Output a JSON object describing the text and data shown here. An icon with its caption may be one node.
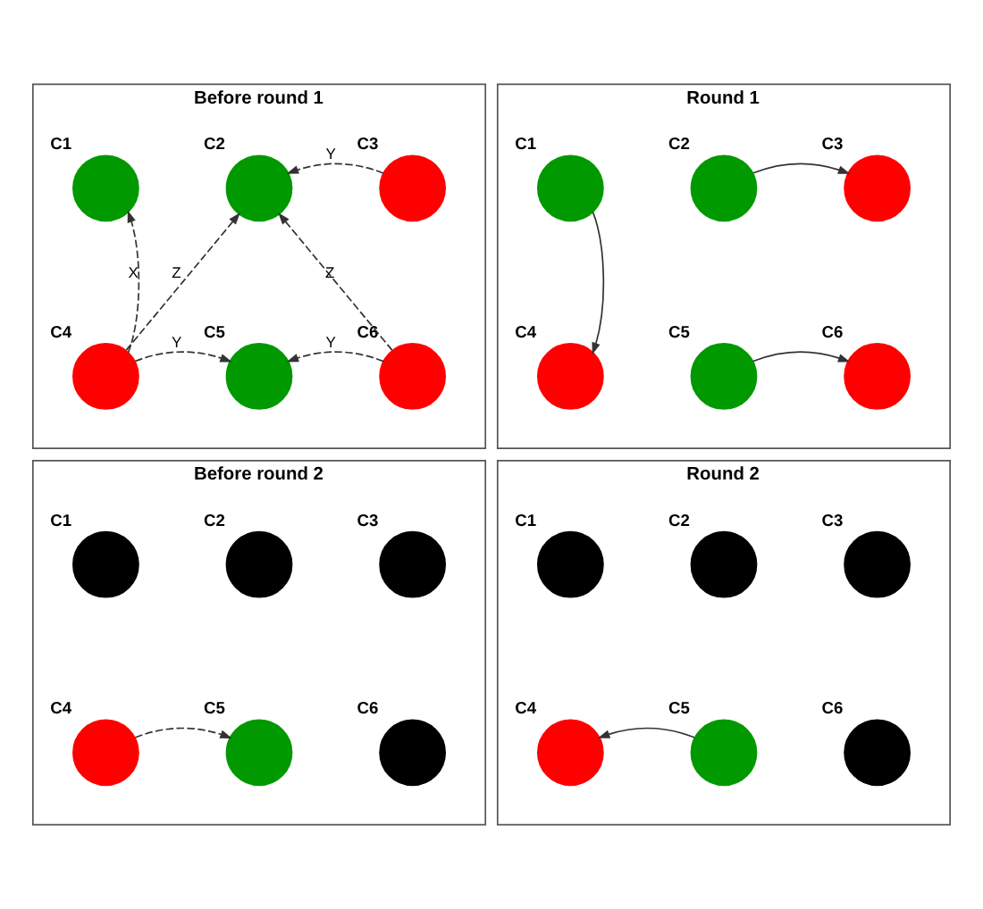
{
  "diagram": {
    "nodes": [
      {
        "text": [
          "Before round 1"
        ]
      },
      {
        "text": [
          "C1"
        ],
        "in": 0
      },
      {
        "text": [
          "C2"
        ],
        "in": 0
      },
      {
        "text": [
          "C3"
        ],
        "in": 0
      },
      {
        "text": [
          "C4"
        ],
        "in": 0
      },
      {
        "text": [
          "C5"
        ],
        "in": 0
      },
      {
        "text": [
          "C6"
        ],
        "in": 0
      },
      {
        "text": [
          "Round 1"
        ]
      },
      {
        "text": [
          "C1"
        ],
        "in": 7
      },
      {
        "text": [
          "C2"
        ],
        "in": 7
      },
      {
        "text": [
          "C3"
        ],
        "in": 7
      },
      {
        "text": [
          "C4"
        ],
        "in": 7
      },
      {
        "text": [
          "C5"
        ],
        "in": 7
      },
      {
        "text": [
          "C6"
        ],
        "in": 7
      },
      {
        "text": [
          "Before round 2"
        ]
      },
      {
        "text": [
          "C1"
        ],
        "in": 14
      },
      {
        "text": [
          "C2"
        ],
        "in": 14
      },
      {
        "text": [
          "C3"
        ],
        "in": 14
      },
      {
        "text": [
          "C4"
        ],
        "in": 14
      },
      {
        "text": [
          "C5"
        ],
        "in": 14
      },
      {
        "text": [
          "C6"
        ],
        "in": 14
      },
      {
        "text": [
          "Round 2"
        ]
      },
      {
        "text": [
          "C1"
        ],
        "in": 21
      },
      {
        "text": [
          "C2"
        ],
        "in": 21
      },
      {
        "text": [
          "C3"
        ],
        "in": 21
      },
      {
        "text": [
          "C4"
        ],
        "in": 21
      },
      {
        "text": [
          "C5"
        ],
        "in": 21
      },
      {
        "text": [
          "C6"
        ],
        "in": 21
      }
    ],
    "edges": [
      {
        "from": 4,
        "to": 1,
        "arrow": "to",
        "label": "X",
        "style": "dashed"
      },
      {
        "from": 3,
        "to": 2,
        "arrow": "to",
        "label": "Y",
        "style": "dashed"
      },
      {
        "from": 4,
        "to": 2,
        "arrow": "to",
        "label": "Z",
        "style": "dashed"
      },
      {
        "from": 6,
        "to": 2,
        "arrow": "to",
        "label": "Z",
        "style": "dashed"
      },
      {
        "from": 4,
        "to": 5,
        "arrow": "to",
        "label": "Y",
        "style": "dashed"
      },
      {
        "from": 6,
        "to": 5,
        "arrow": "to",
        "label": "Y",
        "style": "dashed"
      },
      {
        "from": 8,
        "to": 11,
        "arrow": "to"
      },
      {
        "from": 9,
        "to": 10,
        "arrow": "to"
      },
      {
        "from": 12,
        "to": 13,
        "arrow": "to"
      },
      {
        "from": 18,
        "to": 19,
        "arrow": "to",
        "style": "dashed"
      },
      {
        "from": 26,
        "to": 25,
        "arrow": "to"
      }
    ]
  }
}
